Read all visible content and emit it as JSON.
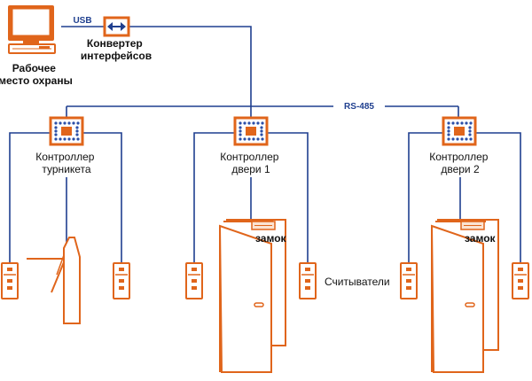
{
  "colors": {
    "orange": "#E0651B",
    "orange_light": "#FBE3D2",
    "blue": "#1F3F8F",
    "dots": "#2B4FA8"
  },
  "labels": {
    "usb": "USB",
    "rs485": "RS-485",
    "workstation": [
      "Рабочее",
      "место охраны"
    ],
    "converter": [
      "Конвертер",
      "интерфейсов"
    ],
    "controller_turnstile": [
      "Контроллер",
      "турникета"
    ],
    "controller_door1": [
      "Контроллер",
      "двери 1"
    ],
    "controller_door2": [
      "Контроллер",
      "двери 2"
    ],
    "lock_1": "замок",
    "lock_2": "замок",
    "readers": "Считыватели"
  },
  "icons": {
    "workstation": "computer-icon",
    "converter": "interface-converter-icon",
    "controller": "controller-board-icon",
    "reader": "card-reader-icon",
    "turnstile": "turnstile-icon",
    "door": "door-icon",
    "lock": "lock-icon"
  }
}
